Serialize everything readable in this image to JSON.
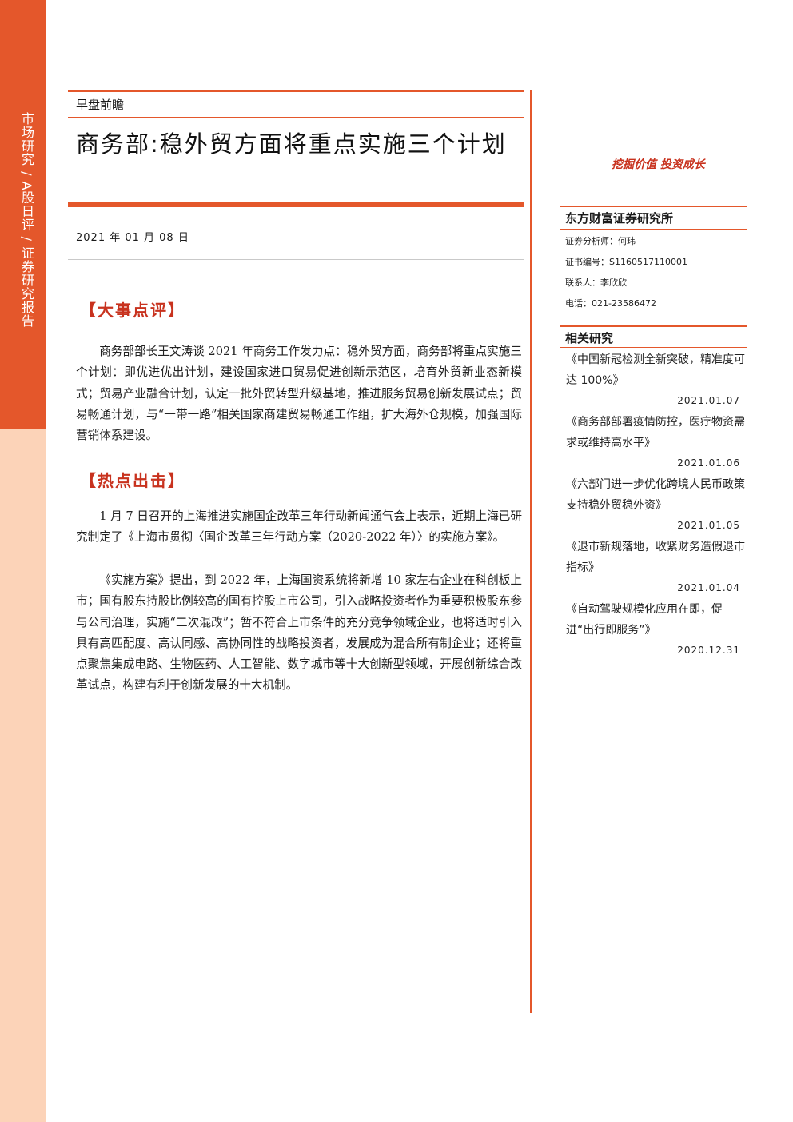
{
  "sidebar": {
    "label": "市场研究 / A股日评 / 证券研究报告"
  },
  "header": {
    "doc_type": "早盘前瞻",
    "title": "商务部:稳外贸方面将重点实施三个计划",
    "date": "2021 年 01 月 08 日"
  },
  "sections": [
    {
      "heading": "【大事点评】",
      "paragraphs": [
        "商务部部长王文涛谈 2021 年商务工作发力点：稳外贸方面，商务部将重点实施三个计划：即优进优出计划，建设国家进口贸易促进创新示范区，培育外贸新业态新模式；贸易产业融合计划，认定一批外贸转型升级基地，推进服务贸易创新发展试点；贸易畅通计划，与“一带一路”相关国家商建贸易畅通工作组，扩大海外仓规模，加强国际营销体系建设。"
      ]
    },
    {
      "heading": "【热点出击】",
      "paragraphs": [
        "1 月 7 日召开的上海推进实施国企改革三年行动新闻通气会上表示，近期上海已研究制定了《上海市贯彻〈国企改革三年行动方案（2020-2022 年）〉的实施方案》。",
        "《实施方案》提出，到 2022 年，上海国资系统将新增 10 家左右企业在科创板上市；国有股东持股比例较高的国有控股上市公司，引入战略投资者作为重要积极股东参与公司治理，实施“二次混改”；暂不符合上市条件的充分竞争领域企业，也将适时引入具有高匹配度、高认同感、高协同性的战略投资者，发展成为混合所有制企业；还将重点聚焦集成电路、生物医药、人工智能、数字城市等十大创新型领域，开展创新综合改革试点，构建有利于创新发展的十大机制。"
      ]
    }
  ],
  "right": {
    "slogan": "挖掘价值 投资成长",
    "org": "东方财富证券研究所",
    "analyst": "证券分析师：何玮",
    "cert": "证书编号：S1160517110001",
    "contact": "联系人：李欣欣",
    "phone": "电话：021-23586472",
    "related_heading": "相关研究",
    "related": [
      {
        "title": "《中国新冠检测全新突破，精准度可达 100%》",
        "date": "2021.01.07"
      },
      {
        "title": "《商务部部署疫情防控，医疗物资需求或维持高水平》",
        "date": "2021.01.06"
      },
      {
        "title": "《六部门进一步优化跨境人民币政策 支持稳外贸稳外资》",
        "date": "2021.01.05"
      },
      {
        "title": "《退市新规落地，收紧财务造假退市指标》",
        "date": "2021.01.04"
      },
      {
        "title": "《自动驾驶规模化应用在即，促进“出行即服务”》",
        "date": "2020.12.31"
      }
    ]
  },
  "colors": {
    "accent": "#e4572b",
    "accent_light": "#fcd3b8",
    "heading_red": "#c8321e"
  }
}
